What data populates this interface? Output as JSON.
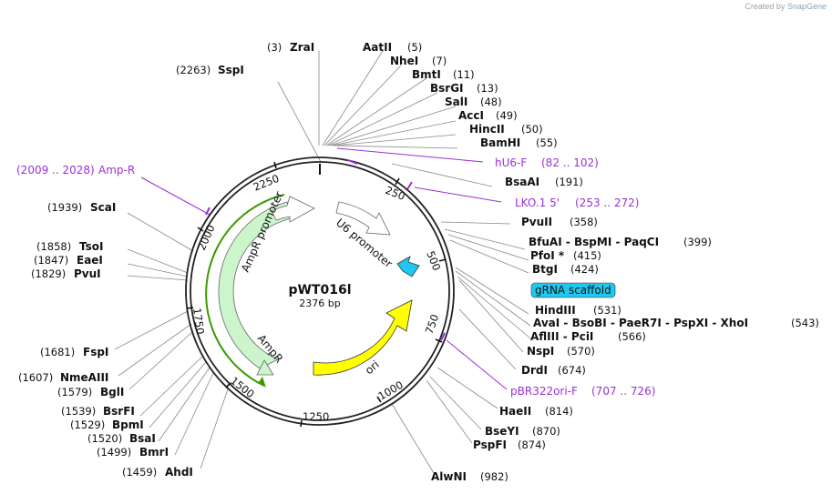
{
  "credit": {
    "prefix": "Created by",
    "brand": "SnapGene"
  },
  "plasmid": {
    "name": "pWT016l",
    "length_label": "2376 bp",
    "length": 2376
  },
  "ticks": [
    "250",
    "500",
    "750",
    "1000",
    "1250",
    "1500",
    "1750",
    "2000",
    "2250"
  ],
  "sites": [
    {
      "name": "ZraI",
      "pos": "(3)",
      "side": "left"
    },
    {
      "name": "SspI",
      "pos": "(2263)",
      "side": "left"
    },
    {
      "name": "ScaI",
      "pos": "(1939)",
      "side": "left"
    },
    {
      "name": "TsoI",
      "pos": "(1858)",
      "side": "left"
    },
    {
      "name": "EaeI",
      "pos": "(1847)",
      "side": "left"
    },
    {
      "name": "PvuI",
      "pos": "(1829)",
      "side": "left"
    },
    {
      "name": "FspI",
      "pos": "(1681)",
      "side": "left"
    },
    {
      "name": "NmeAIII",
      "pos": "(1607)",
      "side": "left"
    },
    {
      "name": "BglI",
      "pos": "(1579)",
      "side": "left"
    },
    {
      "name": "BsrFI",
      "pos": "(1539)",
      "side": "left"
    },
    {
      "name": "BpmI",
      "pos": "(1529)",
      "side": "left"
    },
    {
      "name": "BsaI",
      "pos": "(1520)",
      "side": "left"
    },
    {
      "name": "BmrI",
      "pos": "(1499)",
      "side": "left"
    },
    {
      "name": "AhdI",
      "pos": "(1459)",
      "side": "left"
    },
    {
      "name": "AatII",
      "pos": "(5)",
      "side": "right"
    },
    {
      "name": "NheI",
      "pos": "(7)",
      "side": "right"
    },
    {
      "name": "BmtI",
      "pos": "(11)",
      "side": "right"
    },
    {
      "name": "BsrGI",
      "pos": "(13)",
      "side": "right"
    },
    {
      "name": "SalI",
      "pos": "(48)",
      "side": "right"
    },
    {
      "name": "AccI",
      "pos": "(49)",
      "side": "right"
    },
    {
      "name": "HincII",
      "pos": "(50)",
      "side": "right"
    },
    {
      "name": "BamHI",
      "pos": "(55)",
      "side": "right"
    },
    {
      "name": "BsaAI",
      "pos": "(191)",
      "side": "right"
    },
    {
      "name": "PvuII",
      "pos": "(358)",
      "side": "right"
    },
    {
      "name": "BfuAI - BspMI - PaqCI",
      "pos": "(399)",
      "side": "right"
    },
    {
      "name": "PfoI *",
      "pos": "(415)",
      "side": "right"
    },
    {
      "name": "BtgI",
      "pos": "(424)",
      "side": "right"
    },
    {
      "name": "HindIII",
      "pos": "(531)",
      "side": "right"
    },
    {
      "name": "AvaI - BsoBI - PaeR7I - PspXI - XhoI",
      "pos": "(543)",
      "side": "right"
    },
    {
      "name": "AflIII - PciI",
      "pos": "(566)",
      "side": "right"
    },
    {
      "name": "NspI",
      "pos": "(570)",
      "side": "right"
    },
    {
      "name": "DrdI",
      "pos": "(674)",
      "side": "right"
    },
    {
      "name": "HaeII",
      "pos": "(814)",
      "side": "right"
    },
    {
      "name": "BseYI",
      "pos": "(870)",
      "side": "right"
    },
    {
      "name": "PspFI",
      "pos": "(874)",
      "side": "right"
    },
    {
      "name": "AlwNI",
      "pos": "(982)",
      "side": "right"
    }
  ],
  "primers": [
    {
      "name": "Amp-R",
      "range": "(2009 .. 2028)"
    },
    {
      "name": "hU6-F",
      "range": "(82 .. 102)"
    },
    {
      "name": "LKO.1 5'",
      "range": "(253 .. 272)"
    },
    {
      "name": "pBR322ori-F",
      "range": "(707 .. 726)"
    }
  ],
  "features": [
    {
      "name": "AmpR promoter",
      "color": "#ffffff"
    },
    {
      "name": "AmpR",
      "color": "#ccf5cc"
    },
    {
      "name": "U6 promoter",
      "color": "#ffffff"
    },
    {
      "name": "ori",
      "color": "#ffff00"
    },
    {
      "name": "gRNA scaffold",
      "color": "#1fc8f0"
    }
  ],
  "colors": {
    "primer": "#9b30d9",
    "ori": "#ffff00",
    "ampr": "#ccf5cc",
    "orf_arrow": "#3a9a00",
    "scaffold": "#1fc8f0",
    "backbone": "#222222"
  }
}
